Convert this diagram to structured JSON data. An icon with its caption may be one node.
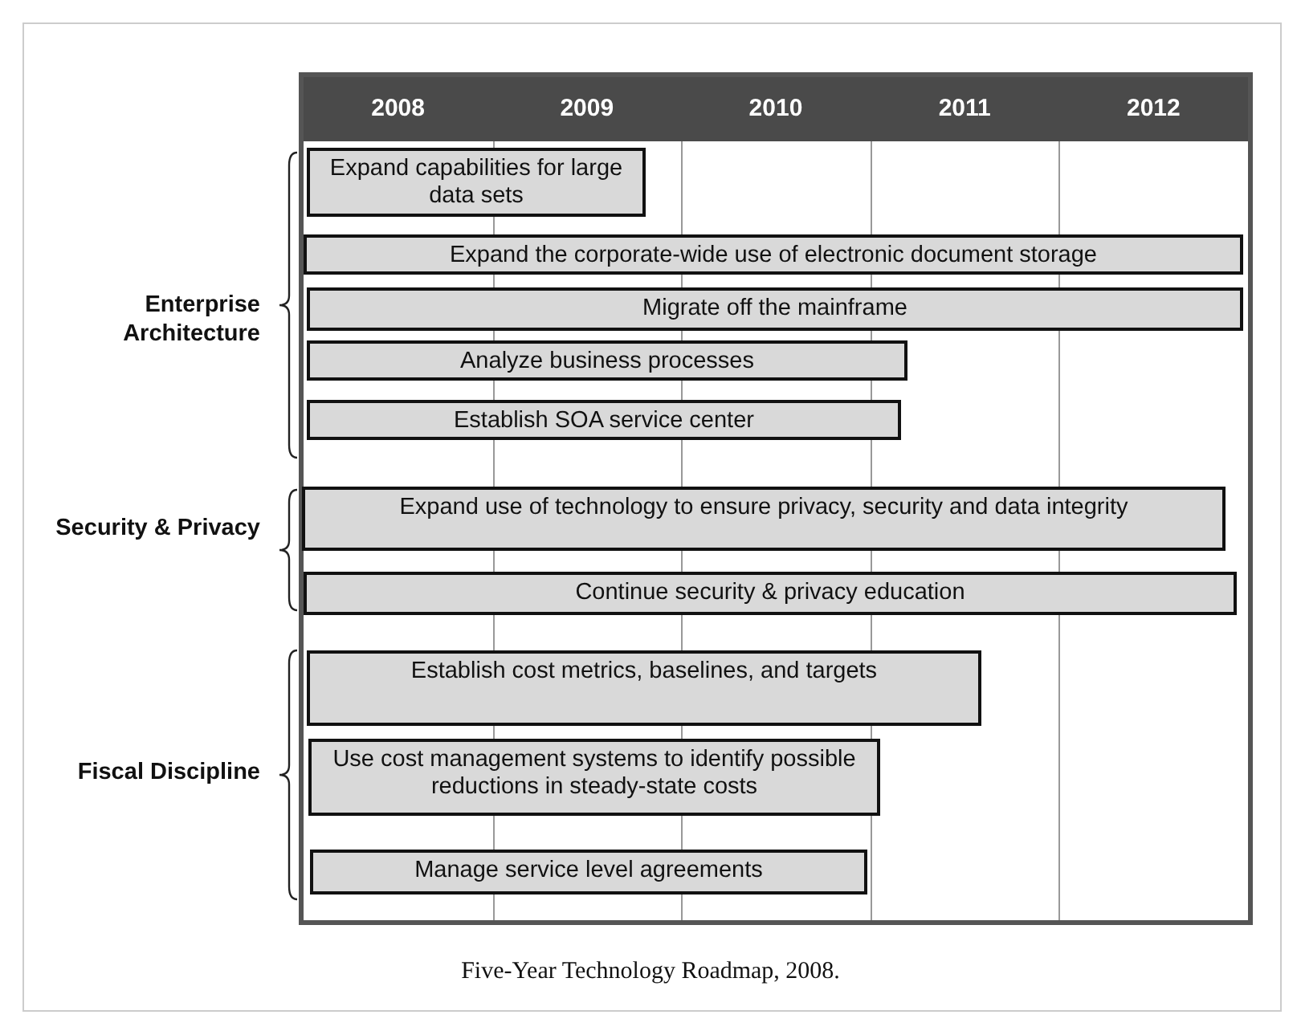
{
  "diagram": {
    "caption": "Five-Year Technology Roadmap, 2008.",
    "nodes": [
      {
        "text": [
          "Expand capabilities for large data sets"
        ]
      },
      {
        "text": [
          "Expand the corporate-wide use of electronic document storage"
        ]
      },
      {
        "text": [
          "Migrate off the mainframe"
        ]
      },
      {
        "text": [
          "Analyze business processes"
        ]
      },
      {
        "text": [
          "Establish SOA service center"
        ]
      },
      {
        "text": [
          "Expand use of technology to ensure privacy, security and data integrity"
        ]
      },
      {
        "text": [
          "Continue security & privacy education"
        ]
      },
      {
        "text": [
          "Establish cost metrics, baselines, and targets"
        ]
      },
      {
        "text": [
          "Use cost management systems to identify possible reductions in steady-state costs"
        ]
      },
      {
        "text": [
          "Manage service level agreements"
        ]
      }
    ],
    "edges": [],
    "labels": [
      "2008",
      "2009",
      "2010",
      "2011",
      "2012",
      "Enterprise Architecture",
      "Security & Privacy",
      "Fiscal Discipline"
    ]
  }
}
